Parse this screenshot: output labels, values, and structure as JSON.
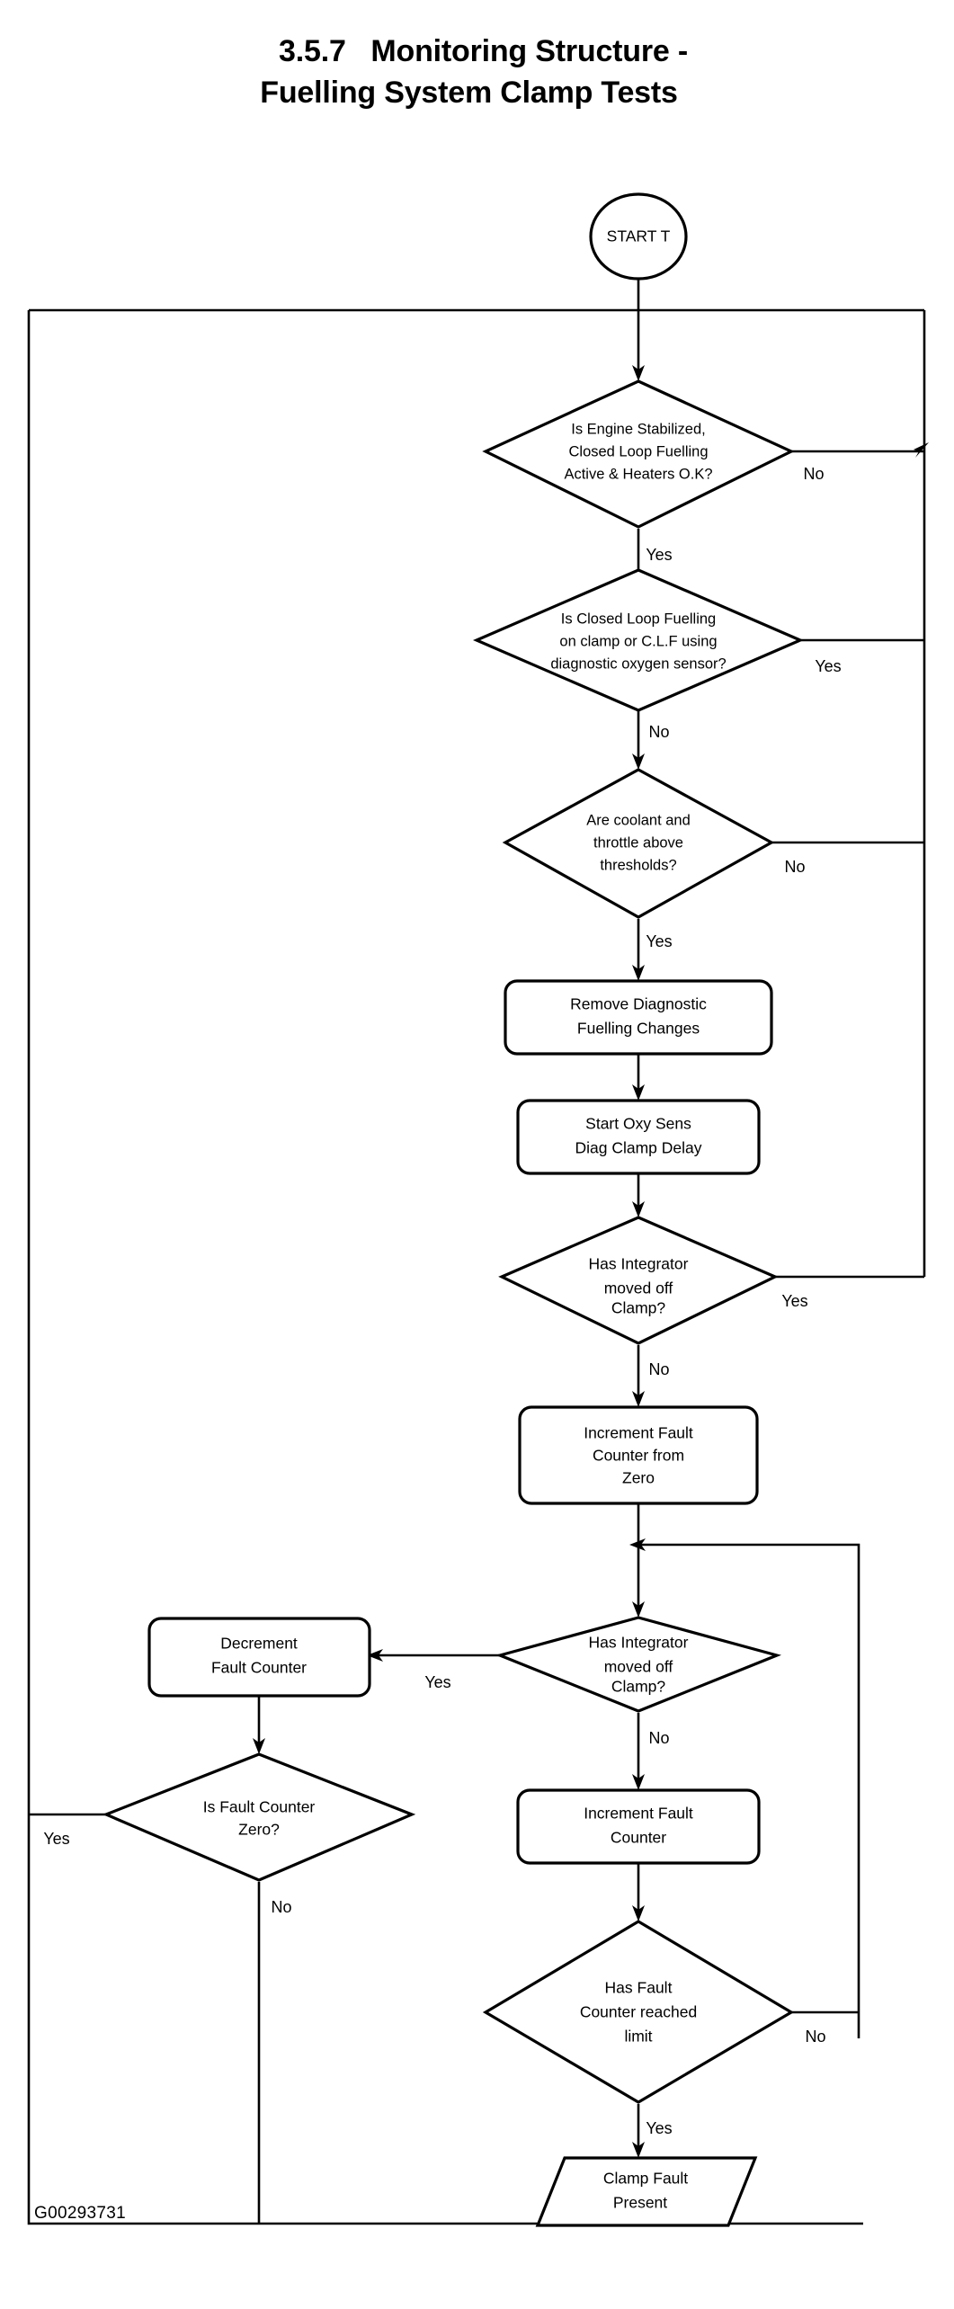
{
  "document": {
    "title_line_1": "3.5.7   Monitoring Structure -",
    "title_line_2": "Fuelling System Clamp Tests",
    "figure_code": "G00293731"
  },
  "chart_data": {
    "type": "diagram",
    "diagram_kind": "flowchart",
    "title": "3.5.7 Monitoring Structure - Fuelling System Clamp Tests",
    "nodes": [
      {
        "id": "start",
        "shape": "oval",
        "text": "START T"
      },
      {
        "id": "d1",
        "shape": "diamond",
        "text": "Is Engine Stabilized, Closed Loop Fuelling Active & Heaters O.K?"
      },
      {
        "id": "d2",
        "shape": "diamond",
        "text": "Is Closed Loop Fuelling on clamp or C.L.F using diagnostic oxygen sensor?"
      },
      {
        "id": "d3",
        "shape": "diamond",
        "text": "Are coolant and throttle above thresholds?"
      },
      {
        "id": "p1",
        "shape": "process",
        "text": "Remove Diagnostic Fuelling Changes"
      },
      {
        "id": "p2",
        "shape": "process",
        "text": "Start Oxy Sens Diag Clamp Delay"
      },
      {
        "id": "d4",
        "shape": "diamond",
        "text": "Has Integrator moved off Clamp?"
      },
      {
        "id": "p3",
        "shape": "process",
        "text": "Increment Fault Counter from Zero"
      },
      {
        "id": "d5",
        "shape": "diamond",
        "text": "Has Integrator moved off Clamp?"
      },
      {
        "id": "p4",
        "shape": "process",
        "text": "Decrement Fault Counter"
      },
      {
        "id": "d6",
        "shape": "diamond",
        "text": "Is Fault Counter Zero?"
      },
      {
        "id": "p5",
        "shape": "process",
        "text": "Increment Fault Counter"
      },
      {
        "id": "d7",
        "shape": "diamond",
        "text": "Has Fault Counter reached limit"
      },
      {
        "id": "out",
        "shape": "parallelogram",
        "text": "Clamp Fault Present"
      }
    ],
    "node_text_lines": {
      "start": [
        "START T"
      ],
      "d1": [
        "Is Engine Stabilized,",
        "Closed Loop Fuelling",
        "Active & Heaters O.K?"
      ],
      "d2": [
        "Is Closed Loop Fuelling",
        "on clamp or C.L.F using",
        "diagnostic oxygen sensor?"
      ],
      "d3": [
        "Are coolant and",
        "throttle above",
        "thresholds?"
      ],
      "p1": [
        "Remove Diagnostic",
        "Fuelling Changes"
      ],
      "p2": [
        "Start Oxy Sens",
        "Diag Clamp Delay"
      ],
      "d4": [
        "Has Integrator",
        "moved off",
        "Clamp?"
      ],
      "p3": [
        "Increment Fault",
        "Counter from",
        "Zero"
      ],
      "d5": [
        "Has Integrator",
        "moved off",
        "Clamp?"
      ],
      "p4": [
        "Decrement",
        "Fault Counter"
      ],
      "d6": [
        "Is Fault Counter",
        "Zero?"
      ],
      "p5": [
        "Increment Fault",
        "Counter"
      ],
      "d7": [
        "Has Fault",
        "Counter reached",
        "limit"
      ],
      "out": [
        "Clamp Fault",
        "Present"
      ]
    },
    "edges": [
      {
        "from": "start",
        "to": "d1",
        "label": ""
      },
      {
        "from": "d1",
        "to": "d2",
        "label": "Yes"
      },
      {
        "from": "d1",
        "to": "start_loop",
        "label": "No"
      },
      {
        "from": "d2",
        "to": "d3",
        "label": "No"
      },
      {
        "from": "d2",
        "to": "start_loop",
        "label": "Yes"
      },
      {
        "from": "d3",
        "to": "p1",
        "label": "Yes"
      },
      {
        "from": "d3",
        "to": "start_loop",
        "label": "No"
      },
      {
        "from": "p1",
        "to": "p2",
        "label": ""
      },
      {
        "from": "p2",
        "to": "d4",
        "label": ""
      },
      {
        "from": "d4",
        "to": "p3",
        "label": "No"
      },
      {
        "from": "d4",
        "to": "start_loop",
        "label": "Yes"
      },
      {
        "from": "p3",
        "to": "d5",
        "label": ""
      },
      {
        "from": "d5",
        "to": "p4",
        "label": "Yes"
      },
      {
        "from": "d5",
        "to": "p5",
        "label": "No"
      },
      {
        "from": "p4",
        "to": "d6",
        "label": ""
      },
      {
        "from": "d6",
        "to": "start_loop",
        "label": "Yes"
      },
      {
        "from": "d6",
        "to": "d5_loop",
        "label": "No"
      },
      {
        "from": "p5",
        "to": "d7",
        "label": ""
      },
      {
        "from": "d7",
        "to": "d5_loop",
        "label": "No"
      },
      {
        "from": "d7",
        "to": "out",
        "label": "Yes"
      }
    ],
    "edge_labels": {
      "d1_no": "No",
      "d1_yes": "Yes",
      "d2_yes": "Yes",
      "d2_no": "No",
      "d3_no": "No",
      "d3_yes": "Yes",
      "d4_yes": "Yes",
      "d4_no": "No",
      "d5_yes": "Yes",
      "d5_no": "No",
      "d6_yes": "Yes",
      "d6_no": "No",
      "d7_no": "No",
      "d7_yes": "Yes"
    },
    "colors": {
      "stroke": "#000000",
      "fill": "#ffffff",
      "text": "#000000"
    }
  }
}
